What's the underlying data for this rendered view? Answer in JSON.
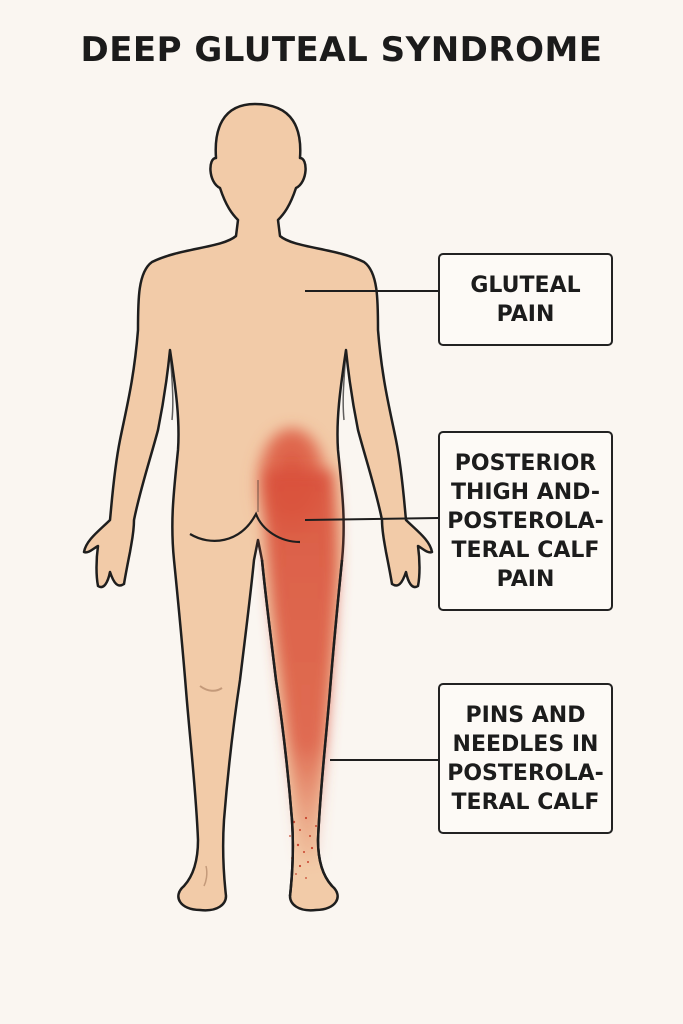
{
  "title": "DEEP GLUTEAL SYNDROME",
  "labels": {
    "gluteal": "GLUTEAL\nPAIN",
    "thigh": "POSTERIOR\nTHIGH AND-\nPOSTEROLA-\nTERAL CALF\nPAIN",
    "pins": "PINS AND\nNEEDLES IN\nPOSTEROLA-\nTERAL CALF"
  },
  "colors": {
    "skin": "#f2cba8",
    "outline": "#1e1e1e",
    "pain": "#d9503a",
    "background": "#faf6f1"
  }
}
